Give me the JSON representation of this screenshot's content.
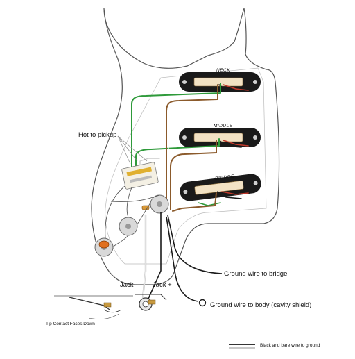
{
  "pickups": {
    "neck": "NECK",
    "middle": "MIDDLE",
    "bridge": "BRIDGE"
  },
  "labels": {
    "hot_to_pickup": "Hot to pickup",
    "ground_bridge": "Ground wire to bridge",
    "ground_body": "Ground wire to body (cavity shield)",
    "jack_minus": "Jack -",
    "jack_plus": "Jack +",
    "tip_contact": "Tip Contact Faces Down",
    "legend_ground": "Black and bare wire to ground"
  },
  "colors": {
    "pickguard_fill": "#ffffff",
    "pickguard_stroke": "#555555",
    "wire_black": "#1a1a1a",
    "wire_green": "#2e9a3a",
    "wire_white": "#ffffff",
    "wire_red": "#c0392b",
    "wire_brown": "#8b5a2b",
    "wire_yellow": "#e0b030",
    "pickup_body": "#1a1a1a",
    "pickup_bobbin": "#f2e2c4",
    "pot": "#d9d9d9",
    "capacitor": "#e07020"
  }
}
